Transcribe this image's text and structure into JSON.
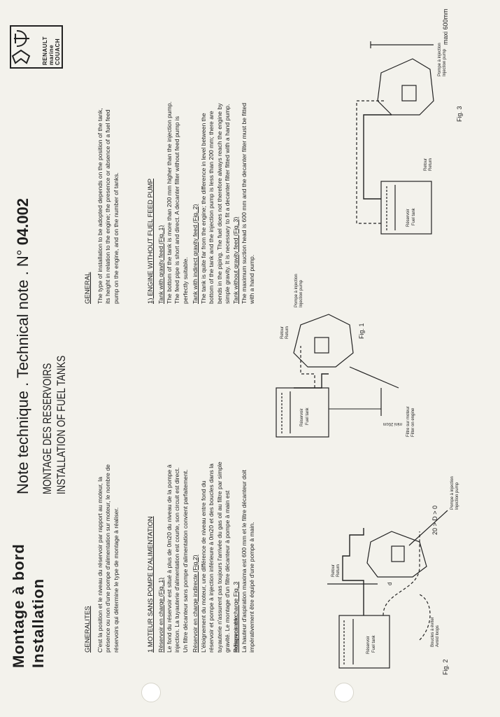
{
  "header": {
    "title_line1": "Montage à bord",
    "title_line2": "Installation",
    "note_prefix": "Note technique . Technical note . N°",
    "note_number": "04.002",
    "subtitle_fr": "MONTAGE DES RESERVOIRS",
    "subtitle_en": "INSTALLATION OF FUEL TANKS"
  },
  "logo": {
    "line1": "RENAULT",
    "line2": "marine",
    "line3": "COUACH"
  },
  "french": {
    "general_heading": "GENERALITES",
    "general_text": "C'est la position et le niveau du réservoir par rapport au moteur, la présence ou non d'une pompe d'alimentation sur moteur, le nombre de réservoirs qui détermine le type de montage à réaliser.",
    "section_heading": "1 MOTEUR SANS POMPE D'ALIMENTATION",
    "sub1_heading": "Réservoir en charge (Fig. 1)",
    "sub1_text": "Le fond du réservoir est situé à plus de 0m20 du niveau de la pompe à injection. La tuyauterie d'alimentation est courte, son circuit est direct. Un filtre décanteur sans pompe d'alimentation convient parfaitement.",
    "sub2_heading": "Réservoir en charge indirecte (Fig.2)",
    "sub2_text": "L'éloignement du moteur, une différence de niveau entre fond du réservoir et pompe à injection inférieure à 0m20 et des boucles dans la tuyauterie n'assurent pas toujours l'arrivée du gas oil au filtre par simple gravité. Le montage d'un filtre décanteur à pompe à main est indispensable.",
    "sub3_heading": "Réservoir en charge Fig. 3",
    "sub3_text": "La hauteur d'aspiration maxima est 600 mm et le filtre décanteur doit impérativement être équipé d'une pompe à main."
  },
  "english": {
    "general_heading": "GENERAL",
    "general_text": "The type of installation to be adopted depends on the position of the tank, its height in relation to the engine; the presence or absence of a fuel feed pump on the engine, and on the number of tanks.",
    "section_heading": "1) ENGINE WITHOUT FUEL FEED PUMP",
    "sub1_heading": "Tank with gravity feed (Fig. 1)",
    "sub1_text": "The bottom of the tank is more than 200 mm higher than the injection pump. The feed pipe is short and direct. A decanter filter without feed pump is perfectly suitable.",
    "sub2_heading": "Tank with indirect gravity feed (Fig. 2)",
    "sub2_text": "The tank is quite far from the engine; the difference in level between the bottom of the tank and the injection pump is less than 200 mm; there are bends in the piping. The fuel does not therefore always reach the engine by simple gravity. It is necessary to fit a decanter filter fitted with a hand pump.",
    "sub3_heading": "Tank without gravity feed (Fig. 3)",
    "sub3_text": "The maximum suction head is 600 mm and the decanter filter must be fitted with a hand pump."
  },
  "fig1": {
    "caption": "Fig. 1",
    "tank_label_fr": "Réservoir",
    "tank_label_en": "Fuel tank",
    "return_fr": "Retour",
    "return_en": "Return",
    "pump_fr": "Pompe à injection",
    "pump_en": "Injection pump",
    "filter_fr": "Filtre sur moteur",
    "filter_en": "Filter on engine",
    "dimension": "mini 20cm"
  },
  "fig2": {
    "caption": "Fig. 2",
    "tank_label_fr": "Réservoir",
    "tank_label_en": "Fuel tank",
    "return_fr": "Retour",
    "return_en": "Return",
    "pump_fr": "Pompe à injection",
    "pump_en": "Injection pump",
    "loops_fr": "Boucles à éviter",
    "loops_en": "Avoid loops",
    "d_label": "d",
    "condition": "20 > D > 0"
  },
  "fig3": {
    "caption": "Fig. 3",
    "tank_label_fr": "Réservoir",
    "tank_label_en": "Fuel tank",
    "return_fr": "Retour",
    "return_en": "Return",
    "pump_fr": "Pompe à injection",
    "pump_en": "Injection pump",
    "dimension": "maxi 600mm"
  }
}
